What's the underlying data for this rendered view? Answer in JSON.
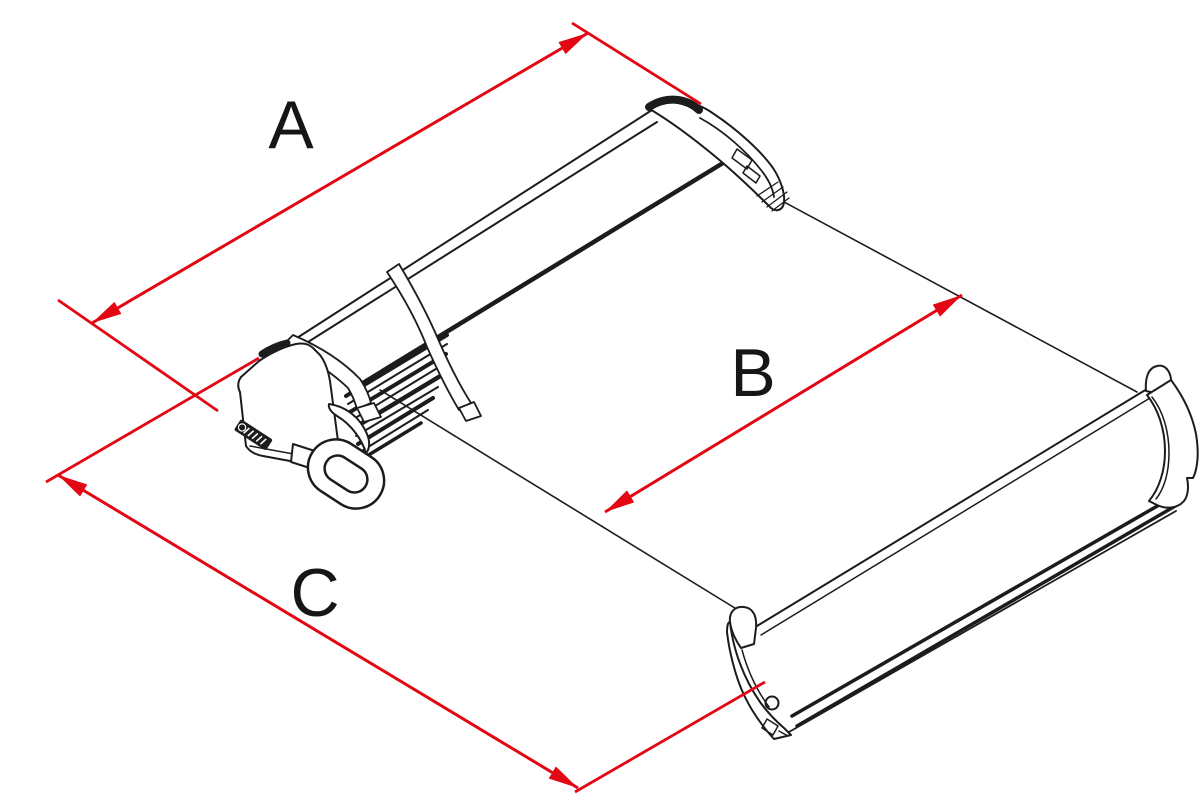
{
  "page": {
    "background": "#ffffff",
    "kind": "technical dimension diagram of a cassette awning (isometric line drawing)"
  },
  "colors": {
    "dimension_red": "#e30613",
    "line_black": "#1c1c1c",
    "background": "#ffffff"
  },
  "diagram": {
    "dimension_labels": {
      "a": "A",
      "b": "B",
      "c": "C"
    }
  }
}
